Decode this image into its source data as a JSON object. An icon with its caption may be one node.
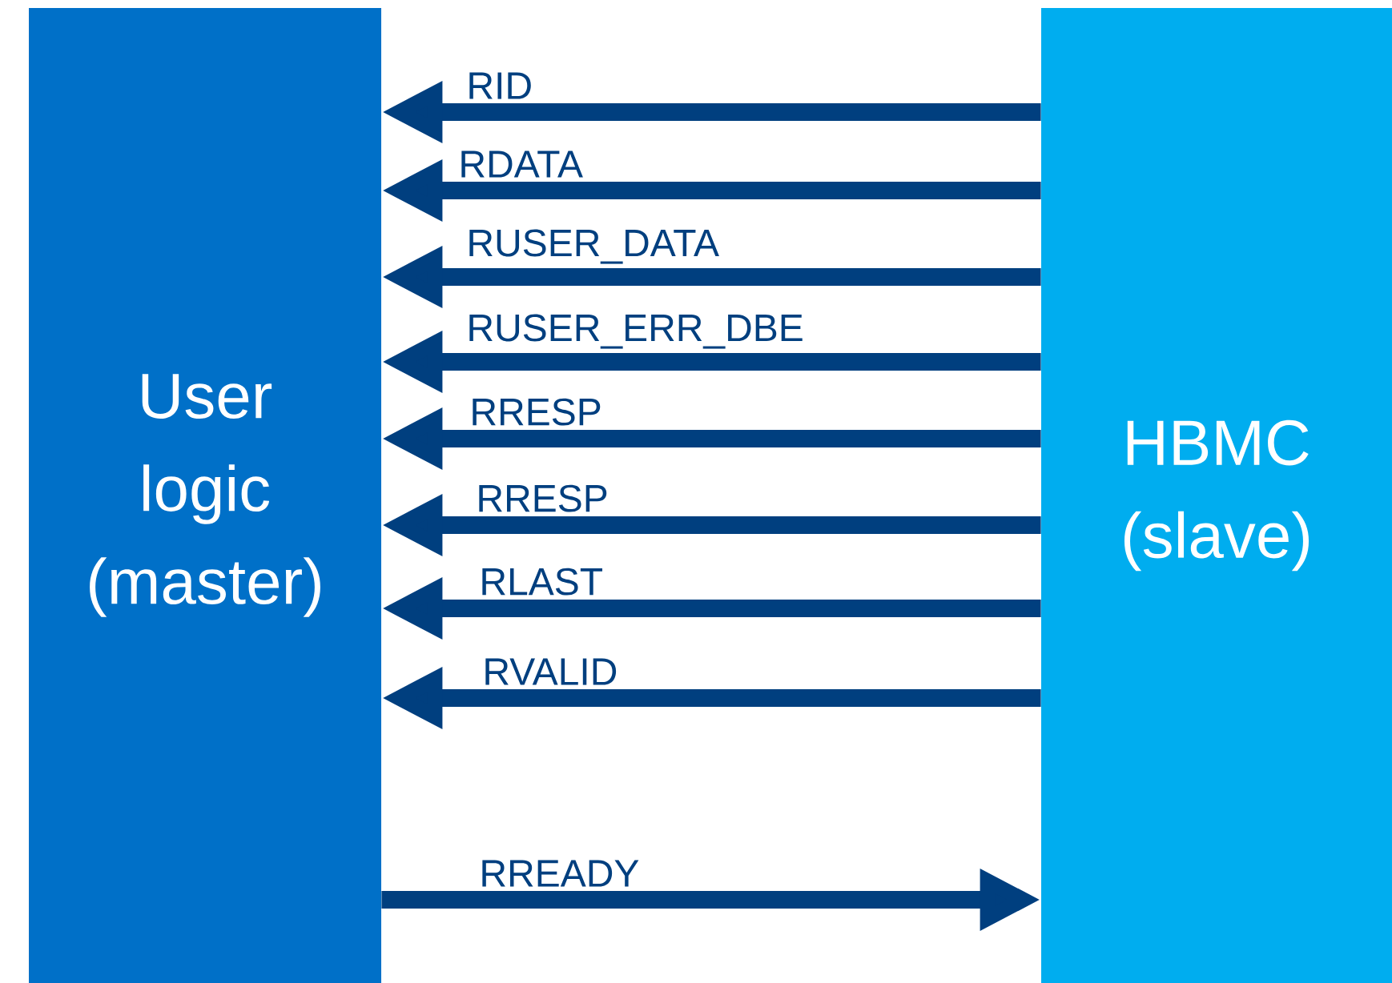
{
  "diagram": {
    "nodes": [
      {
        "text": [
          "User logic (master)"
        ]
      },
      {
        "text": [
          "HBMC (slave)"
        ]
      }
    ],
    "edges": [
      {
        "from": 1,
        "to": 0,
        "arrow": "to",
        "label": "RID"
      },
      {
        "from": 1,
        "to": 0,
        "arrow": "to",
        "label": "RDATA"
      },
      {
        "from": 1,
        "to": 0,
        "arrow": "to",
        "label": "RUSER_DATA"
      },
      {
        "from": 1,
        "to": 0,
        "arrow": "to",
        "label": "RUSER_ERR_DBE"
      },
      {
        "from": 1,
        "to": 0,
        "arrow": "to",
        "label": "RRESP"
      },
      {
        "from": 1,
        "to": 0,
        "arrow": "to",
        "label": "RRESP"
      },
      {
        "from": 1,
        "to": 0,
        "arrow": "to",
        "label": "RLAST"
      },
      {
        "from": 1,
        "to": 0,
        "arrow": "to",
        "label": "RVALID"
      },
      {
        "from": 0,
        "to": 1,
        "arrow": "to",
        "label": "RREADY"
      }
    ]
  }
}
